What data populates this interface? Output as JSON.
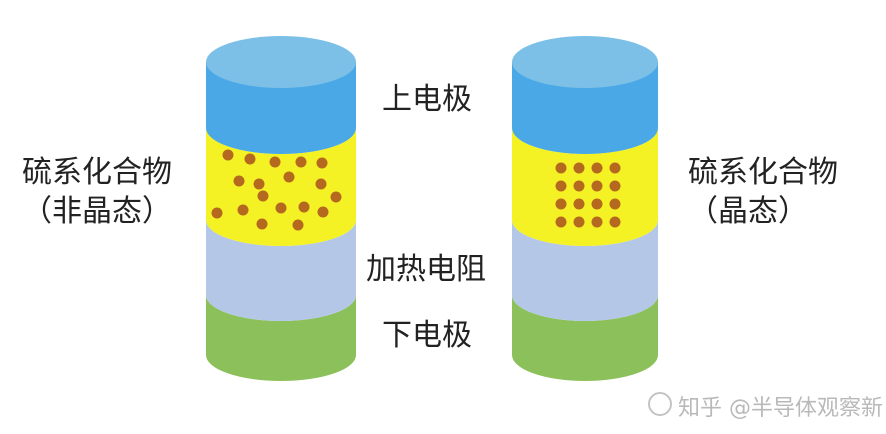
{
  "labels": {
    "top_electrode": "上电极",
    "heater": "加热电阻",
    "bottom_electrode": "下电极",
    "left_material_line1": "硫系化合物",
    "left_material_line2": "（非晶态）",
    "right_material_line1": "硫系化合物",
    "right_material_line2": "（晶态）"
  },
  "watermark": "知乎 @半导体观察新",
  "colors": {
    "top_electrode": "#4aa8e6",
    "top_face": "#7cc0e8",
    "chalcogenide": "#f4f225",
    "heater": "#b5c7e6",
    "bottom_electrode": "#8bc05a",
    "dot": "#b4691e"
  }
}
